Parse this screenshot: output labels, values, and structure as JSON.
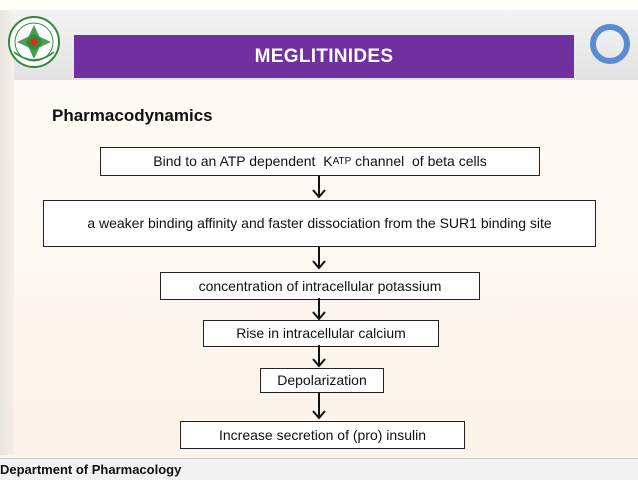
{
  "slide": {
    "title": "MEGLITINIDES",
    "subtitle": "Pharmacodynamics",
    "footer": "Department of Pharmacology"
  },
  "flow": {
    "step1": {
      "prefix": "Bind to an ATP dependent  K",
      "sub": "ATP",
      "suffix": " channel  of beta cells"
    },
    "step2": "a weaker binding affinity and faster dissociation from the SUR1 binding site",
    "step3": "concentration of intracellular potassium",
    "step4": "Rise in intracellular calcium",
    "step5": "Depolarization",
    "step6": "Increase secretion of (pro) insulin"
  },
  "icons": {
    "logo": "university-seal-icon",
    "ring": "ring-icon",
    "arrow": "arrow-down-icon"
  },
  "colors": {
    "title_bar": "#7030a0",
    "ring": "#5b8bd0",
    "logo": "#2e8b3a"
  }
}
